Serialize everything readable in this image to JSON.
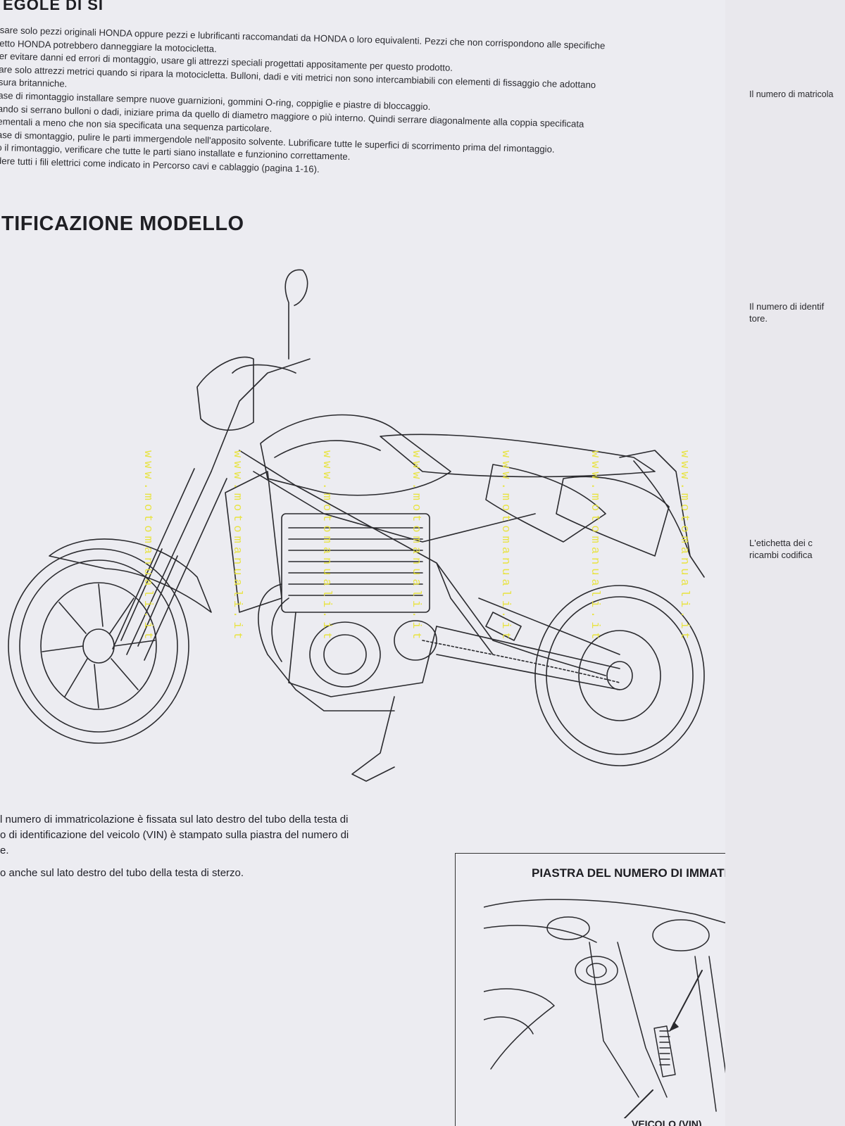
{
  "header": {
    "section_title_partial": "EGOLE DI SI",
    "continuation_text": "sare solo pezzi originali HONDA oppure pezzi e lubrificanti raccomandati da HONDA o loro equivalenti. Pezzi che non corrispondono alle specifiche"
  },
  "rules_lines": [
    "sare solo pezzi originali HONDA oppure pezzi e lubrificanti raccomandati da HONDA o loro equivalenti. Pezzi che non corrispondono alle specifiche",
    "etto HONDA potrebbero danneggiare la motocicletta.",
    "er evitare danni ed errori di montaggio, usare gli attrezzi speciali progettati appositamente per questo prodotto.",
    "are solo attrezzi metrici quando si ripara la motocicletta. Bulloni, dadi e viti metrici non sono intercambiabili con elementi di fissaggio che adottano",
    "sura britanniche.",
    "ase di rimontaggio installare sempre nuove guarnizioni, gommini O-ring, coppiglie e piastre di bloccaggio.",
    "ando si serrano bulloni o dadi, iniziare prima da quello di diametro maggiore o più interno. Quindi serrare diagonalmente alla coppia specificata",
    "ementali a meno che non sia specificata una sequenza particolare.",
    "ase di smontaggio, pulire le parti immergendole nell'apposito solvente. Lubrificare tutte le superfici di scorrimento prima del rimontaggio.",
    "o il rimontaggio, verificare che tutte le parti siano installate e funzionino correttamente.",
    "dere tutti i fili elettrici come indicato in Percorso cavi e cablaggio (pagina 1-16)."
  ],
  "model_section_title": "TIFICAZIONE MODELLO",
  "watermark_text": "www.motomanuali.it",
  "watermark_positions_count": 7,
  "caption_lines": [
    "l numero di immatricolazione è fissata sul lato destro del tubo della testa di",
    "o di identificazione del veicolo (VIN) è stampato sulla piastra del numero di",
    "e.",
    "o anche sul lato destro del tubo della testa di sterzo."
  ],
  "inset": {
    "title": "PIASTRA DEL NUMERO DI IMMATRICOLAZIONE",
    "label": "VEICOLO (VIN)"
  },
  "side_page": {
    "note_1": "Il numero di matricola",
    "note_2_line1": "Il numero di identif",
    "note_2_line2": "tore.",
    "note_3_line1": "L'etichetta dei c",
    "note_3_line2": "ricambi codifica"
  },
  "colors": {
    "paper": "#ececf1",
    "ink": "#1d1d22",
    "watermark": "#e8e33a"
  }
}
